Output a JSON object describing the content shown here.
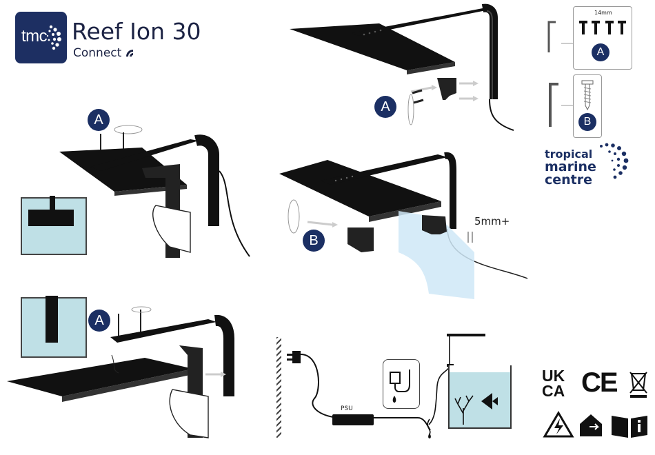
{
  "brand": {
    "logo_text": "tmc",
    "product_title": "Reef Ion 30",
    "product_subtitle": "Connect"
  },
  "manufacturer": {
    "line1": "tropical",
    "line2": "marine",
    "line3": "centre"
  },
  "parts": {
    "screw_size": "14mm",
    "kit_a_label": "A",
    "kit_b_label": "B"
  },
  "steps": {
    "top_a_label": "A",
    "left_a_label": "A",
    "middle_b_label": "B",
    "bottom_a_label": "A",
    "glass_thickness": "5mm+"
  },
  "power": {
    "psu_label": "PSU"
  },
  "certifications": {
    "uk": "UK",
    "ca": "CA",
    "ce": "CE"
  },
  "colors": {
    "brand_navy": "#1b2f63",
    "water_blue": "#bfe0e6",
    "glass_blue": "#cfe8f7",
    "fixture_black": "#111111"
  },
  "icons": [
    "wifi-icon",
    "screwdriver-rotate-icon",
    "hex-key-icon",
    "screw-icon",
    "electric-shock-warning-icon",
    "indoor-use-icon",
    "read-manual-icon",
    "weee-bin-icon",
    "drip-loop-icon",
    "socket-icon"
  ]
}
